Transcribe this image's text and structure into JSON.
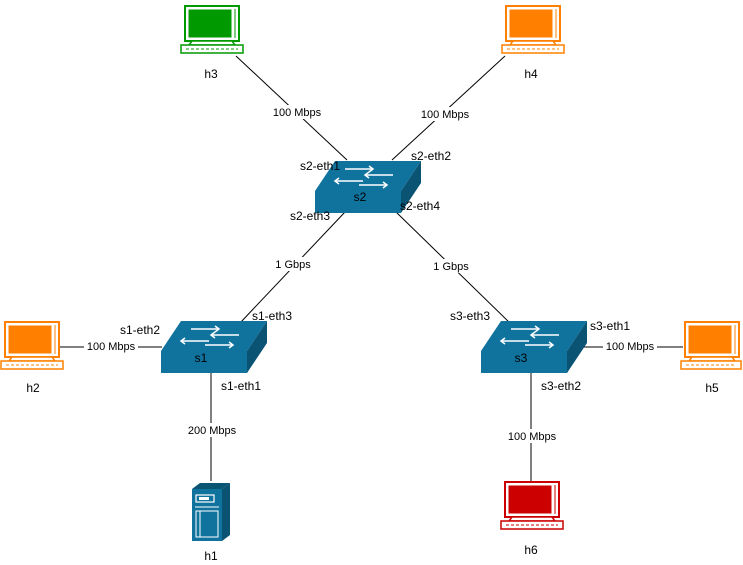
{
  "colors": {
    "switch": "#10739e",
    "switch_dark": "#0b5373",
    "green": "#009900",
    "orange": "#ff8000",
    "red": "#cc0000",
    "line": "#000000",
    "label_bg": "#ffffff"
  },
  "nodes": {
    "s1": {
      "label": "s1",
      "icon": "network-switch-icon"
    },
    "s2": {
      "label": "s2",
      "icon": "network-switch-icon"
    },
    "s3": {
      "label": "s3",
      "icon": "network-switch-icon"
    },
    "h1": {
      "label": "h1",
      "icon": "server-tower-icon"
    },
    "h2": {
      "label": "h2",
      "icon": "computer-terminal-icon"
    },
    "h3": {
      "label": "h3",
      "icon": "computer-terminal-icon"
    },
    "h4": {
      "label": "h4",
      "icon": "computer-terminal-icon"
    },
    "h5": {
      "label": "h5",
      "icon": "computer-terminal-icon"
    },
    "h6": {
      "label": "h6",
      "icon": "computer-terminal-icon"
    }
  },
  "links": [
    {
      "from": "s2",
      "to": "h3",
      "bandwidth": "100 Mbps"
    },
    {
      "from": "s2",
      "to": "h4",
      "bandwidth": "100 Mbps"
    },
    {
      "from": "s2",
      "to": "s1",
      "bandwidth": "1 Gbps"
    },
    {
      "from": "s2",
      "to": "s3",
      "bandwidth": "1 Gbps"
    },
    {
      "from": "s1",
      "to": "h2",
      "bandwidth": "100 Mbps"
    },
    {
      "from": "s1",
      "to": "h1",
      "bandwidth": "200 Mbps"
    },
    {
      "from": "s3",
      "to": "h5",
      "bandwidth": "100 Mbps"
    },
    {
      "from": "s3",
      "to": "h6",
      "bandwidth": "100 Mbps"
    }
  ],
  "ports": {
    "s2_eth1": "s2-eth1",
    "s2_eth2": "s2-eth2",
    "s2_eth3": "s2-eth3",
    "s2_eth4": "s2-eth4",
    "s1_eth1": "s1-eth1",
    "s1_eth2": "s1-eth2",
    "s1_eth3": "s1-eth3",
    "s3_eth1": "s3-eth1",
    "s3_eth2": "s3-eth2",
    "s3_eth3": "s3-eth3"
  }
}
